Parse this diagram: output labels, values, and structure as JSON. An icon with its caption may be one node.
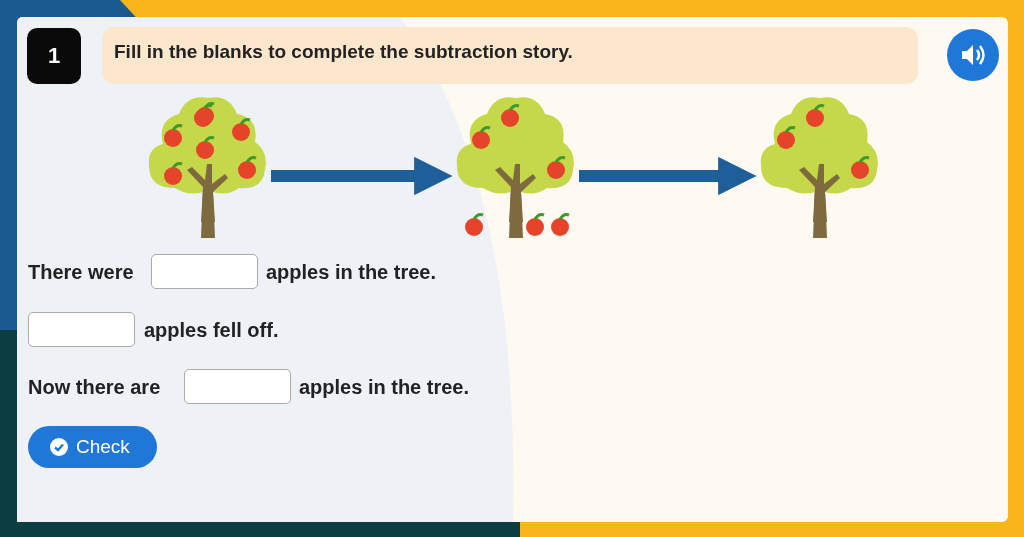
{
  "diagram": {
    "nodes": [
      {
        "text": [],
        "shape": "picture"
      },
      {
        "text": [],
        "shape": "picture"
      },
      {
        "text": [],
        "shape": "picture"
      }
    ],
    "edges": [
      {
        "from": 0,
        "to": 1,
        "arrow": "to"
      },
      {
        "from": 1,
        "to": 2,
        "arrow": "to"
      }
    ],
    "labels": [
      "1",
      "Fill in the blanks to complete the subtraction story.",
      "There were",
      "apples in the tree.",
      "apples fell off.",
      "Now there are",
      "apples in the tree.",
      "Check"
    ]
  }
}
